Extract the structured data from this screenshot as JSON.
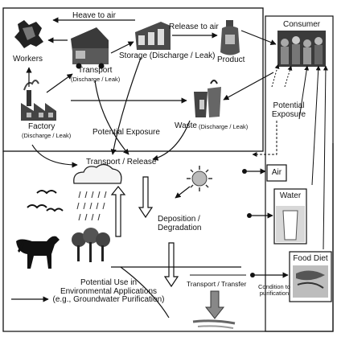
{
  "labels": {
    "heave_to_air": "Heave to air",
    "release_to_air": "Release to air",
    "workers": "Workers",
    "transport": "Transport",
    "transport_sub": "(Discharge / Leak)",
    "storage": "Storage (Discharge / Leak)",
    "product": "Product",
    "consumer": "Consumer",
    "factory": "Factory",
    "factory_sub": "(Discharge / Leak)",
    "potential_exposure_inner": "Potential Exposure",
    "waste": "Waste",
    "waste_sub": "(Discharge / Leak)",
    "potential_exposure_right": "Potential\nExposure",
    "transport_release": "Transport / Release",
    "air": "Air",
    "water": "Water",
    "deposition": "Deposition /\nDegradation",
    "food_diet": "Food Diet",
    "potential_use": "Potential Use in\nEnvironmental Applications\n(e.g., Groundwater Purification)",
    "transport_transfer": "Transport / Transfer",
    "condition_to": "Condition to\npurification"
  }
}
